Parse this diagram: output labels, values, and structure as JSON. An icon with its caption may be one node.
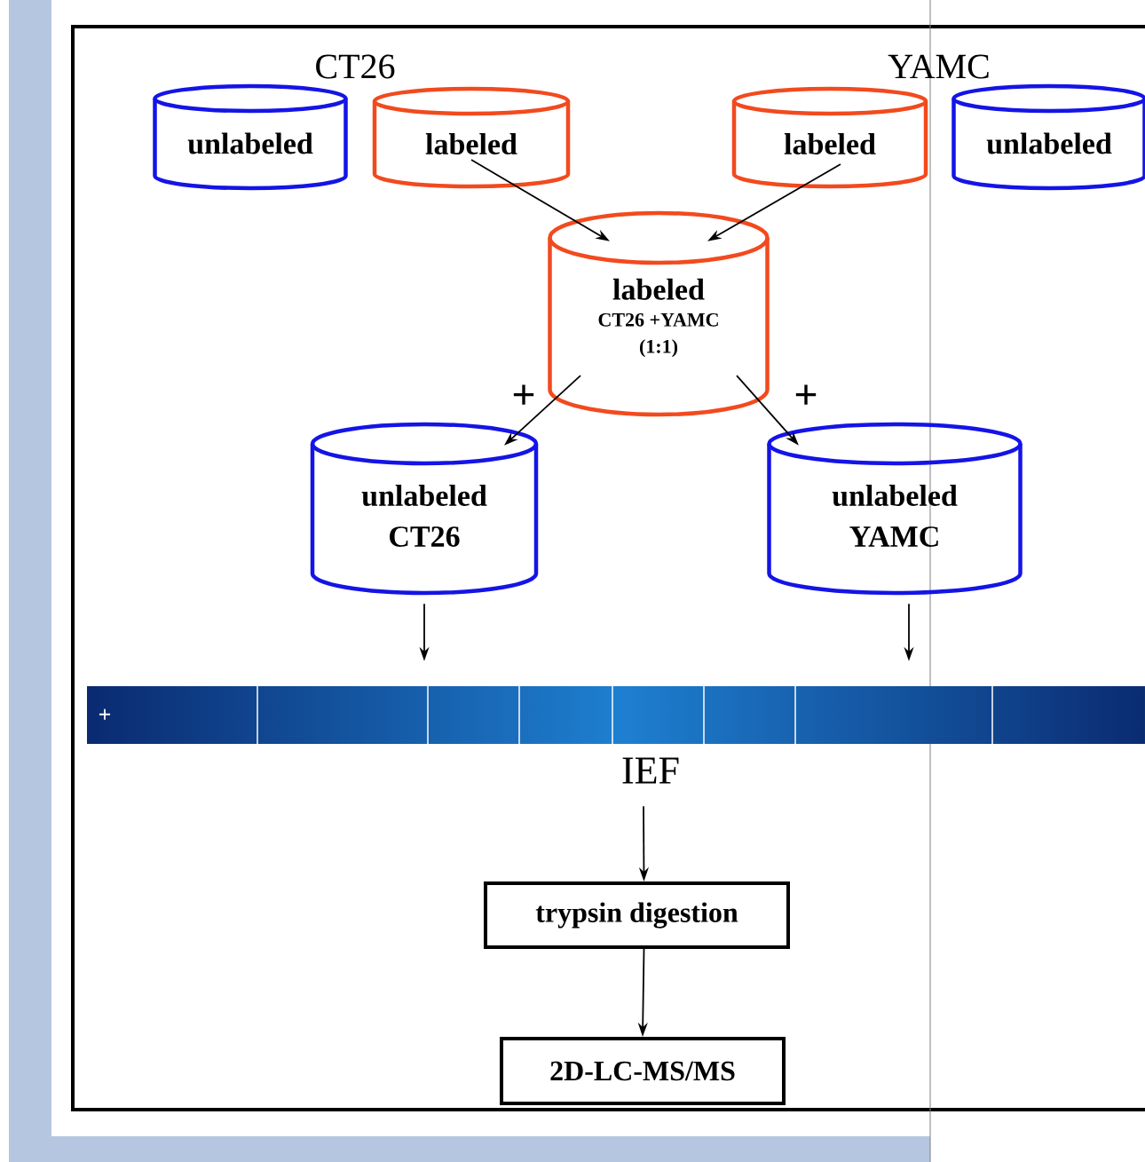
{
  "diagram": {
    "nodes": [
      {
        "text": [
          "unlabeled"
        ]
      },
      {
        "text": [
          "labeled"
        ]
      },
      {
        "text": [
          "labeled"
        ]
      },
      {
        "text": [
          "unlabeled"
        ]
      },
      {
        "text": [
          "labeled",
          "CT26 +YAMC (1:1)"
        ]
      },
      {
        "text": [
          "unlabeled CT26"
        ]
      },
      {
        "text": [
          "unlabeled YAMC"
        ]
      },
      {
        "text": [
          "+"
        ],
        "beside": [
          "IEF"
        ]
      },
      {
        "text": [
          "trypsin digestion"
        ]
      },
      {
        "text": [
          "2D-LC-MS/MS"
        ]
      }
    ],
    "edges": [
      {
        "from": 1,
        "to": 4,
        "arrow": "to"
      },
      {
        "from": 2,
        "to": 4,
        "arrow": "to"
      },
      {
        "from": 4,
        "to": 5,
        "arrow": "to"
      },
      {
        "from": 4,
        "to": 6,
        "arrow": "to"
      },
      {
        "from": 5,
        "to": 7,
        "arrow": "to"
      },
      {
        "from": 6,
        "to": 7,
        "arrow": "to"
      },
      {
        "from": 7,
        "to": 8,
        "arrow": "to"
      },
      {
        "from": 8,
        "to": 9,
        "arrow": "to"
      }
    ],
    "labels": [
      "CT26",
      "YAMC",
      "+",
      "+"
    ]
  }
}
